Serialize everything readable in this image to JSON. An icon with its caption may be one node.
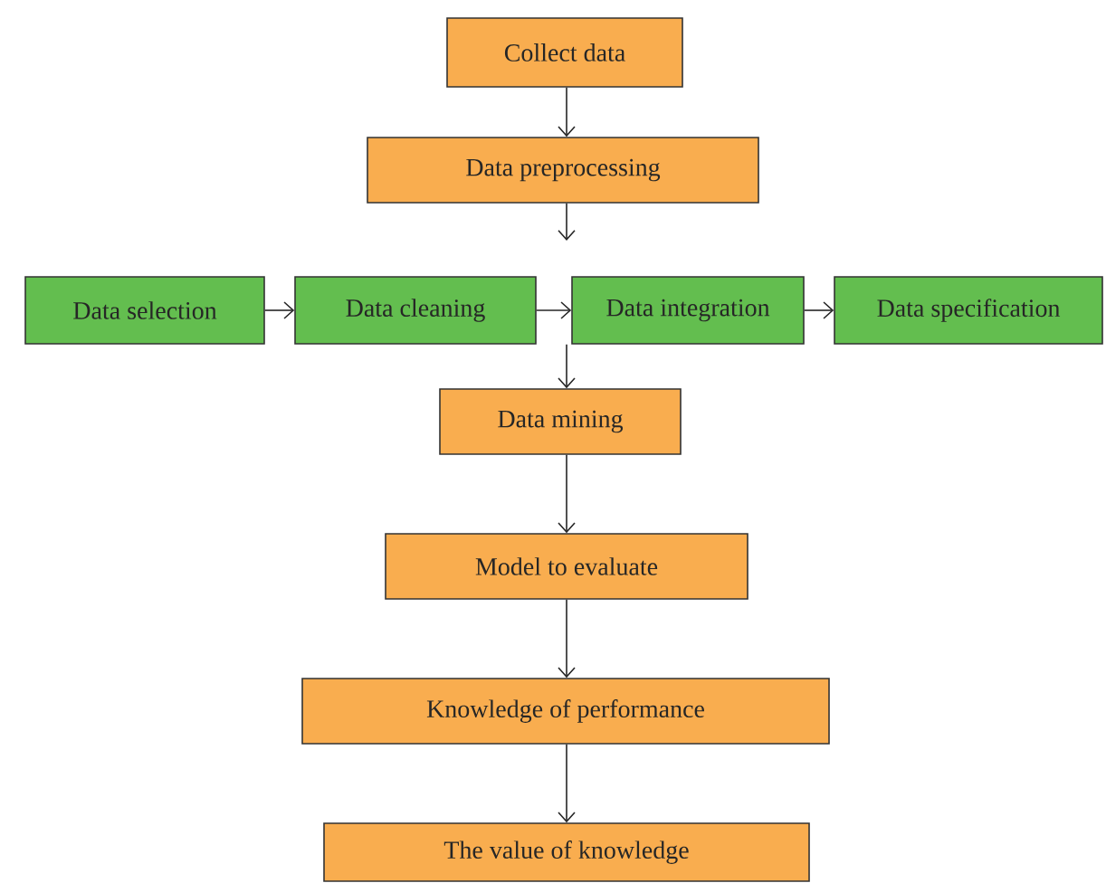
{
  "diagram": {
    "nodes": [
      {
        "text": [
          "Collect data"
        ]
      },
      {
        "text": [
          "Data preprocessing"
        ]
      },
      {
        "text": [
          "Data selection"
        ]
      },
      {
        "text": [
          "Data cleaning"
        ]
      },
      {
        "text": [
          "Data integration"
        ]
      },
      {
        "text": [
          "Data specification"
        ]
      },
      {
        "text": [
          "Data mining"
        ]
      },
      {
        "text": [
          "Model to evaluate"
        ]
      },
      {
        "text": [
          "Knowledge of performance"
        ]
      },
      {
        "text": [
          "The value of knowledge"
        ]
      }
    ],
    "edges": [
      {
        "from": 0,
        "to": 1,
        "arrow": "to"
      },
      {
        "from": 1,
        "to": null,
        "arrow": "to"
      },
      {
        "from": 2,
        "to": 3,
        "arrow": "to"
      },
      {
        "from": 3,
        "to": 4,
        "arrow": "to"
      },
      {
        "from": 4,
        "to": 5,
        "arrow": "to"
      },
      {
        "from": 4,
        "to": 6,
        "arrow": "to"
      },
      {
        "from": 6,
        "to": 7,
        "arrow": "to"
      },
      {
        "from": 7,
        "to": 8,
        "arrow": "to"
      },
      {
        "from": 8,
        "to": 9,
        "arrow": "to"
      }
    ]
  }
}
